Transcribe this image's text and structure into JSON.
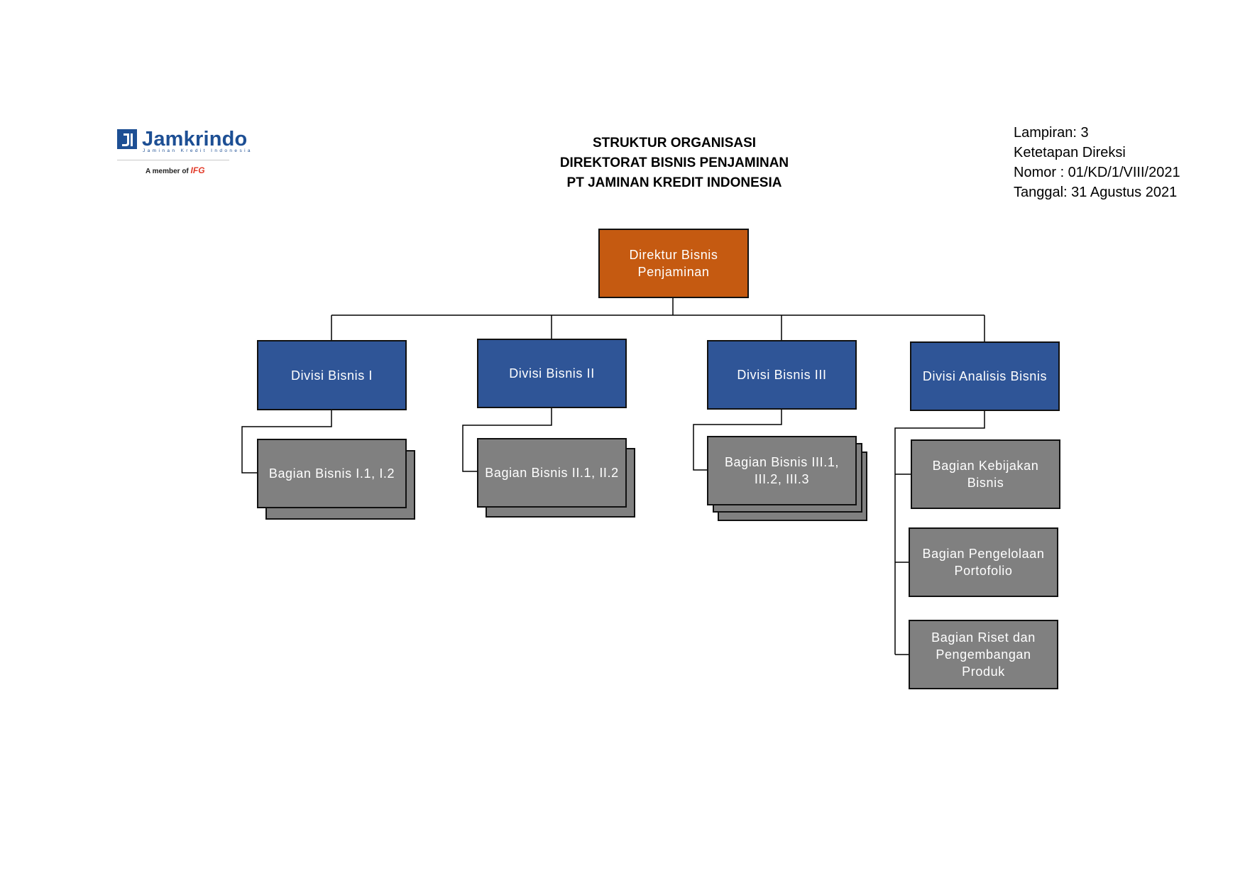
{
  "logo": {
    "brand": "Jamkrindo",
    "tagline": "Jaminan Kredit Indonesia",
    "member_prefix": "A member of",
    "member_brand": "IFG"
  },
  "title": {
    "line1": "STRUKTUR ORGANISASI",
    "line2": "DIREKTORAT BISNIS PENJAMINAN",
    "line3": "PT JAMINAN KREDIT INDONESIA"
  },
  "reference": {
    "lampiran": "Lampiran: 3",
    "ketetapan": "Ketetapan Direksi",
    "nomor": "Nomor : 01/KD/1/VIII/2021",
    "tanggal": "Tanggal: 31 Agustus 2021"
  },
  "chart": {
    "director": "Direktur Bisnis Penjaminan",
    "divisions": [
      {
        "label": "Divisi Bisnis I",
        "sections": [
          "Bagian Bisnis I.1, I.2"
        ]
      },
      {
        "label": "Divisi Bisnis II",
        "sections": [
          "Bagian Bisnis II.1, II.2"
        ]
      },
      {
        "label": "Divisi Bisnis III",
        "sections": [
          "Bagian Bisnis III.1, III.2, III.3"
        ]
      },
      {
        "label": "Divisi Analisis Bisnis",
        "sections": [
          "Bagian Kebijakan Bisnis",
          "Bagian Pengelolaan Portofolio",
          "Bagian Riset dan Pengembangan Produk"
        ]
      }
    ]
  },
  "colors": {
    "director": "#c55a11",
    "division": "#2f5597",
    "section": "#808080",
    "brand": "#1d4f94"
  }
}
